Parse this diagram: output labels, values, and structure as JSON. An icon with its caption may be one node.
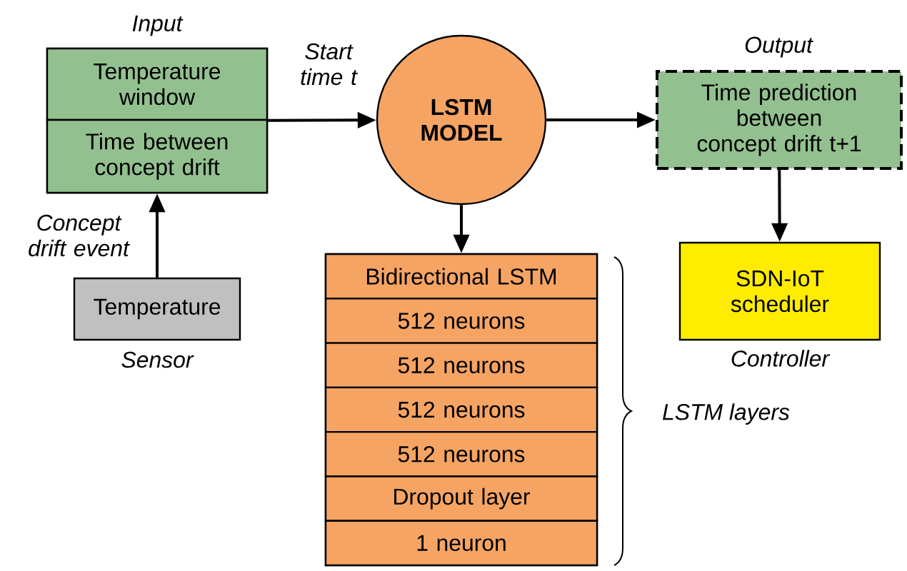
{
  "diagram": {
    "nodes": [
      {
        "text": [],
        "shape": "box",
        "beside": [
          "Input"
        ]
      },
      {
        "text": [
          "Temperature window"
        ],
        "in": 0
      },
      {
        "text": [
          "Time between concept drift"
        ],
        "in": 0
      },
      {
        "text": [
          "Temperature"
        ],
        "beside": [
          "Sensor"
        ]
      },
      {
        "text": [
          "LSTM MODEL"
        ]
      },
      {
        "text": [
          "Time prediction between concept drift t+1"
        ],
        "beside": [
          "Output"
        ]
      },
      {
        "text": [
          "SDN-IoT scheduler"
        ],
        "beside": [
          "Controller"
        ]
      },
      {
        "text": [],
        "shape": "box"
      },
      {
        "text": [
          "Bidirectional LSTM"
        ],
        "in": 7
      },
      {
        "text": [
          "512 neurons"
        ],
        "in": 7
      },
      {
        "text": [
          "512 neurons"
        ],
        "in": 7
      },
      {
        "text": [
          "512 neurons"
        ],
        "in": 7
      },
      {
        "text": [
          "512 neurons"
        ],
        "in": 7
      },
      {
        "text": [
          "Dropout layer"
        ],
        "in": 7
      },
      {
        "text": [
          "1 neuron"
        ],
        "in": 7
      }
    ],
    "edges": [
      {
        "from": 0,
        "to": 4,
        "arrow": "to",
        "label": "Start time t"
      },
      {
        "from": 3,
        "to": 0,
        "arrow": "to",
        "label": "Concept drift event"
      },
      {
        "from": 4,
        "to": 5,
        "arrow": "to"
      },
      {
        "from": 4,
        "to": 7,
        "arrow": "to"
      },
      {
        "from": 5,
        "to": 6,
        "arrow": "to"
      }
    ],
    "labels": [
      "LSTM layers"
    ]
  }
}
